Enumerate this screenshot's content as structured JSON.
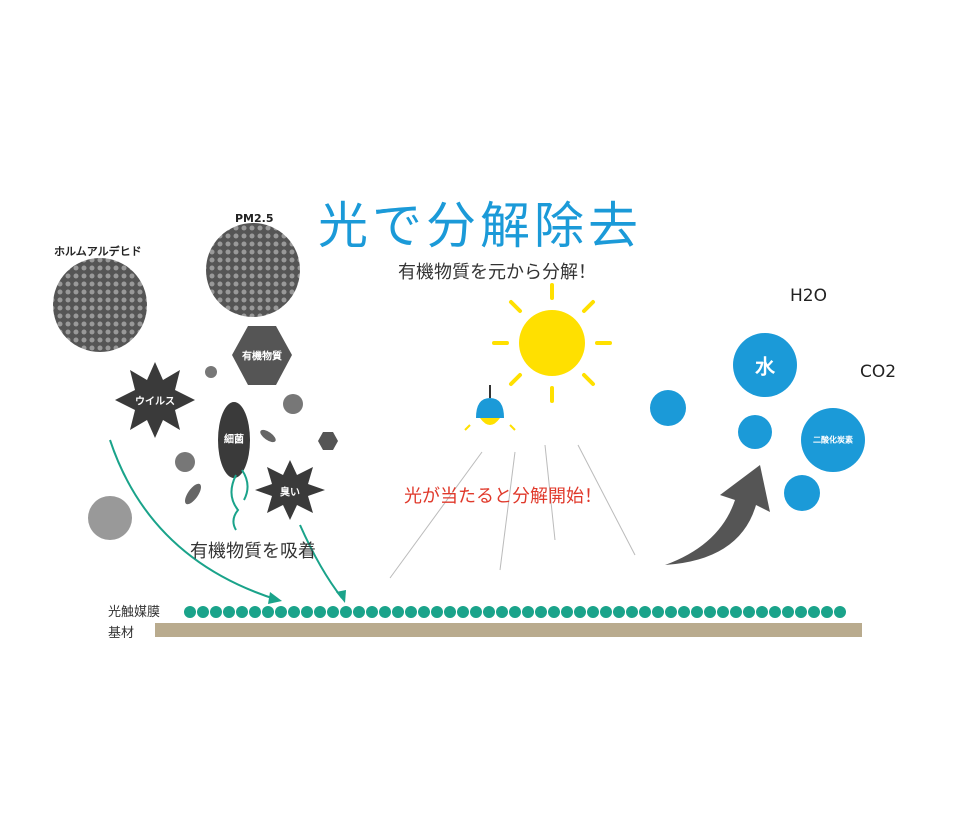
{
  "title": "光で分解除去",
  "subtitle": "有機物質を元から分解！",
  "pollutants": {
    "formaldehyde": "ホルムアルデヒド",
    "pm25": "PM2.5",
    "organic": "有機物質",
    "virus": "ウイルス",
    "bacteria": "細菌",
    "odor": "臭い"
  },
  "adsorb_text": "有機物質を吸着",
  "light_text": "光が当たると分解開始！",
  "products": {
    "h2o": "H2O",
    "co2": "CO2",
    "water": "水",
    "carbon_dioxide": "二酸化炭素"
  },
  "layers": {
    "film": "光触媒膜",
    "substrate": "基材"
  },
  "colors": {
    "blue": "#1b9ad8",
    "red": "#e0392b",
    "teal": "#1aa38a",
    "substrate": "#b9ab8e",
    "sun": "#ffe000"
  }
}
